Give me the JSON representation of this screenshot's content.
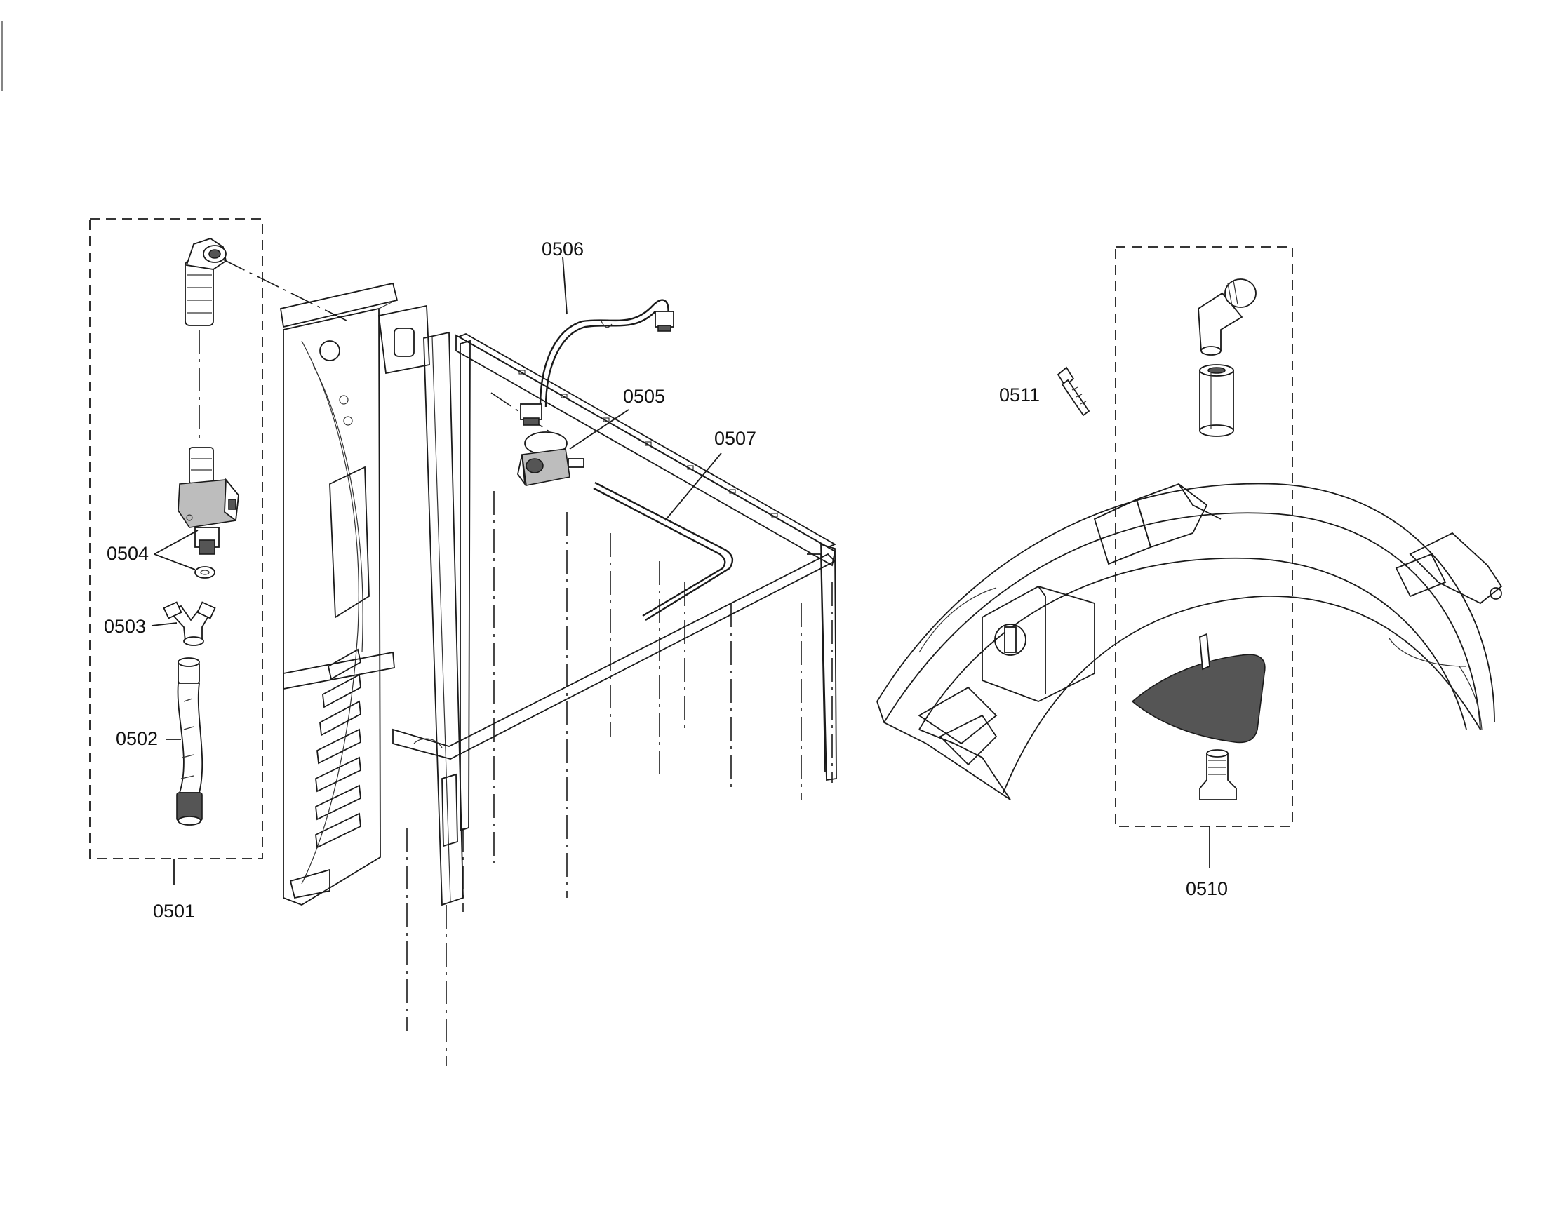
{
  "labels": {
    "l0501": "0501",
    "l0502": "0502",
    "l0503": "0503",
    "l0504": "0504",
    "l0505": "0505",
    "l0506": "0506",
    "l0507": "0507",
    "l0510": "0510",
    "l0511": "0511"
  }
}
